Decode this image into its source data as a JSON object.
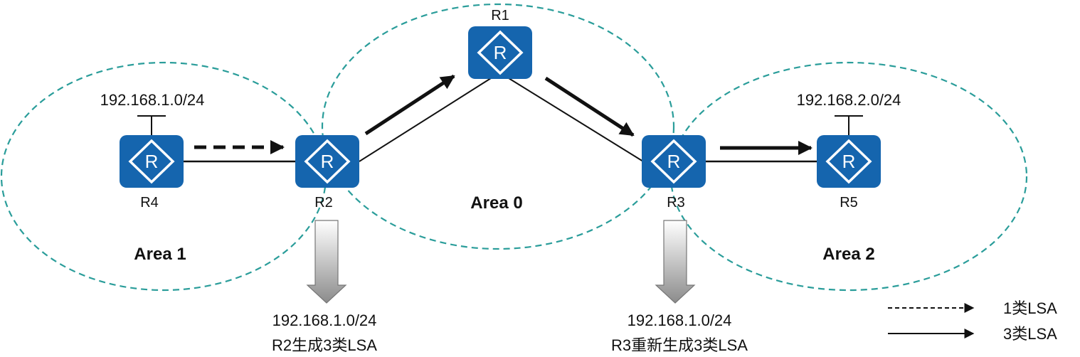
{
  "diagram": {
    "routers": [
      {
        "id": "R1",
        "label": "R1"
      },
      {
        "id": "R2",
        "label": "R2"
      },
      {
        "id": "R3",
        "label": "R3"
      },
      {
        "id": "R4",
        "label": "R4"
      },
      {
        "id": "R5",
        "label": "R5"
      }
    ],
    "router_icon_glyph": "R",
    "areas": [
      {
        "id": "area0",
        "label": "Area 0"
      },
      {
        "id": "area1",
        "label": "Area 1"
      },
      {
        "id": "area2",
        "label": "Area 2"
      }
    ],
    "networks": {
      "net1": "192.168.1.0/24",
      "net2": "192.168.2.0/24"
    },
    "links": [
      {
        "from": "R4",
        "to": "R2"
      },
      {
        "from": "R2",
        "to": "R1"
      },
      {
        "from": "R1",
        "to": "R3"
      },
      {
        "from": "R3",
        "to": "R5"
      }
    ],
    "lsa_flows": [
      {
        "from": "R4",
        "to": "R2",
        "type": "1类LSA"
      },
      {
        "from": "R2",
        "to": "R1",
        "type": "3类LSA"
      },
      {
        "from": "R1",
        "to": "R3",
        "type": "3类LSA"
      },
      {
        "from": "R3",
        "to": "R5",
        "type": "3类LSA"
      }
    ],
    "notes": {
      "r2": {
        "line1": "192.168.1.0/24",
        "line2": "R2生成3类LSA"
      },
      "r3": {
        "line1": "192.168.1.0/24",
        "line2": "R3重新生成3类LSA"
      }
    },
    "legend": [
      {
        "style": "dashed",
        "label": "1类LSA"
      },
      {
        "style": "solid",
        "label": "3类LSA"
      }
    ],
    "colors": {
      "router_fill": "#1565ae",
      "router_glyph": "#ffffff",
      "area_border": "#2a9d9a",
      "line": "#111111"
    }
  }
}
